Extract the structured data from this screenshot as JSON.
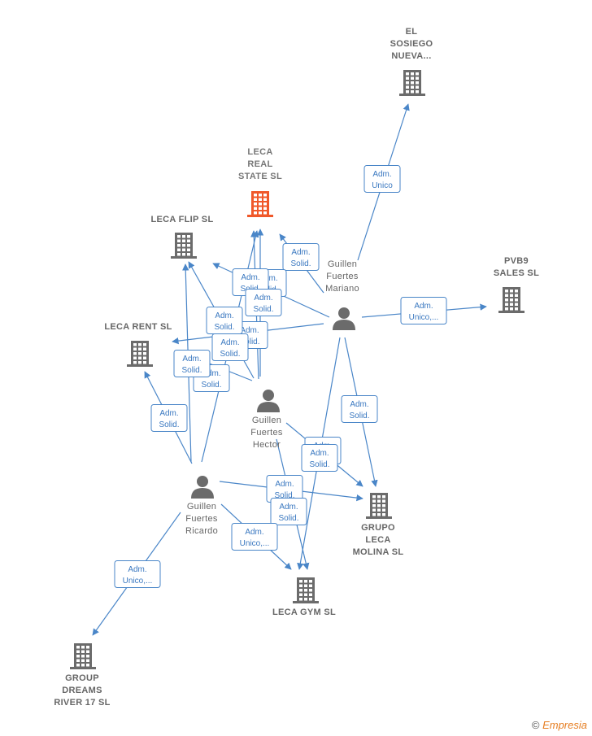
{
  "colors": {
    "edge": "#4a86c8",
    "company": "#6b6b6b",
    "main_company": "#f0582a",
    "person": "#6b6b6b"
  },
  "nodes": [
    {
      "id": "sosiego",
      "type": "company",
      "lines": [
        "EL",
        "SOSIEGO",
        "NUEVA..."
      ]
    },
    {
      "id": "leca_real",
      "type": "main",
      "lines": [
        "LECA",
        "REAL",
        "STATE  SL"
      ]
    },
    {
      "id": "leca_flip",
      "type": "company",
      "lines": [
        "LECA FLIP  SL"
      ]
    },
    {
      "id": "pvb9",
      "type": "company",
      "lines": [
        "PVB9",
        "SALES  SL"
      ]
    },
    {
      "id": "leca_rent",
      "type": "company",
      "lines": [
        "LECA RENT  SL"
      ]
    },
    {
      "id": "mariano",
      "type": "person",
      "lines": [
        "Guillen",
        "Fuertes",
        "Mariano"
      ]
    },
    {
      "id": "hector",
      "type": "person",
      "lines": [
        "Guillen",
        "Fuertes",
        "Hector"
      ]
    },
    {
      "id": "ricardo",
      "type": "person",
      "lines": [
        "Guillen",
        "Fuertes",
        "Ricardo"
      ]
    },
    {
      "id": "grupo",
      "type": "company",
      "lines": [
        "GRUPO",
        "LECA",
        "MOLINA  SL"
      ]
    },
    {
      "id": "gym",
      "type": "company",
      "lines": [
        "LECA GYM  SL"
      ]
    },
    {
      "id": "dreams",
      "type": "company",
      "lines": [
        "GROUP",
        "DREAMS",
        "RIVER 17  SL"
      ]
    }
  ],
  "edge_labels": [
    [
      "Adm.",
      "Unico"
    ],
    [
      "Adm.",
      "Solid."
    ],
    [
      "Adm.",
      "Solid."
    ],
    [
      "Adm.",
      "Solid."
    ],
    [
      "Adm.",
      "Unico,..."
    ],
    [
      "Adm.",
      "Solid."
    ],
    [
      "Adm.",
      "Solid."
    ],
    [
      "Adm.",
      "Solid."
    ],
    [
      "Adm.",
      "Solid."
    ],
    [
      "Adm.",
      "Solid."
    ],
    [
      "Adm.",
      "Solid."
    ],
    [
      "Adm.",
      "Solid."
    ],
    [
      "Adm.",
      "Solid."
    ],
    [
      "Adm.",
      "Solid."
    ],
    [
      "Adm.",
      "Solid."
    ],
    [
      "Adm.",
      "Solid."
    ],
    [
      "Adm.",
      "Solid."
    ],
    [
      "Adm.",
      "Unico,..."
    ]
  ],
  "footer": {
    "copyright": "©",
    "brand": "Empresia"
  }
}
